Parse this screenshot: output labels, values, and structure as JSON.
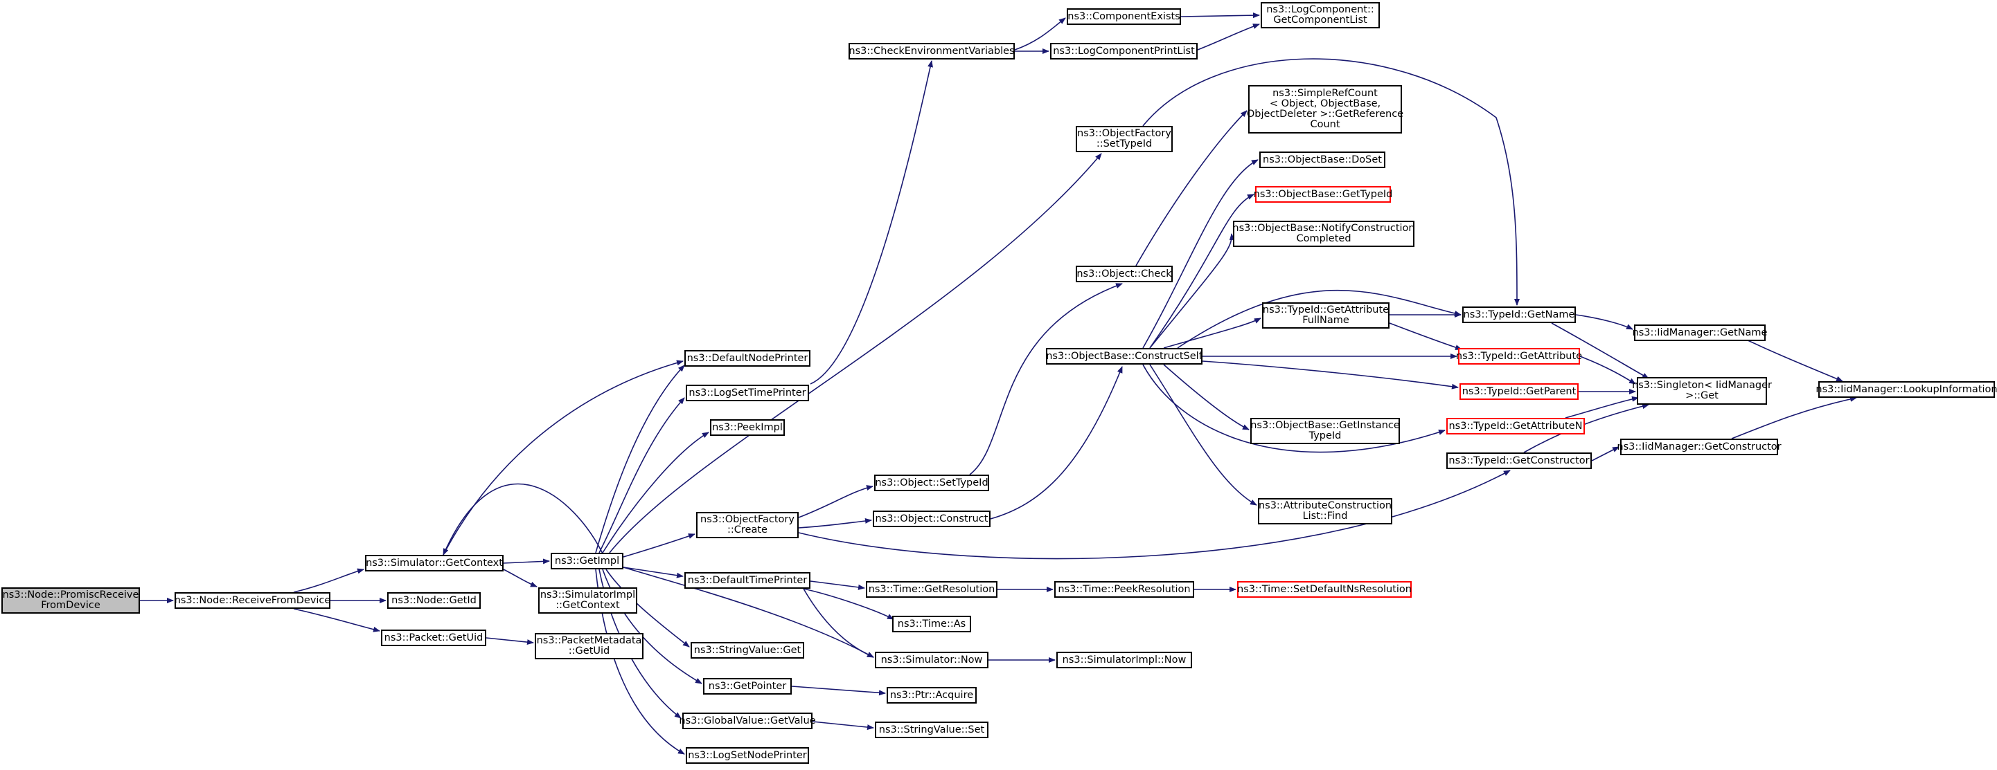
{
  "colors": {
    "edge": "#191970",
    "border": "#000000",
    "undocumented": "#ff0000",
    "root_fill": "#bfbfbf"
  },
  "nodes": {
    "promisc": [
      "ns3::Node::PromiscReceive",
      "FromDevice"
    ],
    "receive_from_device": [
      "ns3::Node::ReceiveFromDevice"
    ],
    "sim_get_context": [
      "ns3::Simulator::GetContext"
    ],
    "node_get_id": [
      "ns3::Node::GetId"
    ],
    "packet_get_uid": [
      "ns3::Packet::GetUid"
    ],
    "get_impl": [
      "ns3::GetImpl"
    ],
    "simimpl_get_context": [
      "ns3::SimulatorImpl",
      "::GetContext"
    ],
    "packet_metadata_get_uid": [
      "ns3::PacketMetadata",
      "::GetUid"
    ],
    "default_node_printer": [
      "ns3::DefaultNodePrinter"
    ],
    "log_set_time_printer": [
      "ns3::LogSetTimePrinter"
    ],
    "peek_impl": [
      "ns3::PeekImpl"
    ],
    "object_factory_create": [
      "ns3::ObjectFactory",
      "::Create"
    ],
    "default_time_printer": [
      "ns3::DefaultTimePrinter"
    ],
    "string_value_get": [
      "ns3::StringValue::Get"
    ],
    "get_pointer": [
      "ns3::GetPointer"
    ],
    "global_value_get_value": [
      "ns3::GlobalValue::GetValue"
    ],
    "log_set_node_printer": [
      "ns3::LogSetNodePrinter"
    ],
    "check_env_vars": [
      "ns3::CheckEnvironmentVariables"
    ],
    "component_exists": [
      "ns3::ComponentExists"
    ],
    "log_component_print_list": [
      "ns3::LogComponentPrintList"
    ],
    "get_component_list": [
      "ns3::LogComponent::",
      "GetComponentList"
    ],
    "object_factory_set_type_id": [
      "ns3::ObjectFactory",
      "::SetTypeId"
    ],
    "object_set_type_id": [
      "ns3::Object::SetTypeId"
    ],
    "object_construct": [
      "ns3::Object::Construct"
    ],
    "object_check": [
      "ns3::Object::Check"
    ],
    "construct_self": [
      "ns3::ObjectBase::ConstructSelf"
    ],
    "time_get_resolution": [
      "ns3::Time::GetResolution"
    ],
    "time_as": [
      "ns3::Time::As"
    ],
    "simulator_now": [
      "ns3::Simulator::Now"
    ],
    "ptr_acquire": [
      "ns3::Ptr::Acquire"
    ],
    "string_value_set": [
      "ns3::StringValue::Set"
    ],
    "time_peek_resolution": [
      "ns3::Time::PeekResolution"
    ],
    "simimpl_now": [
      "ns3::SimulatorImpl::Now"
    ],
    "set_default_ns_resolution": [
      "ns3::Time::SetDefaultNsResolution"
    ],
    "simple_ref_count": [
      "ns3::SimpleRefCount",
      "< Object, ObjectBase,",
      "ObjectDeleter >::GetReference",
      "Count"
    ],
    "object_base_do_set": [
      "ns3::ObjectBase::DoSet"
    ],
    "object_base_get_type_id": [
      "ns3::ObjectBase::GetTypeId"
    ],
    "notify_construction_completed": [
      "ns3::ObjectBase::NotifyConstruction",
      "Completed"
    ],
    "get_attribute_full_name": [
      "ns3::TypeId::GetAttribute",
      "FullName"
    ],
    "object_base_get_instance_type_id": [
      "ns3::ObjectBase::GetInstance",
      "TypeId"
    ],
    "attribute_construction_list_find": [
      "ns3::AttributeConstruction",
      "List::Find"
    ],
    "type_id_get_name": [
      "ns3::TypeId::GetName"
    ],
    "type_id_get_attribute": [
      "ns3::TypeId::GetAttribute"
    ],
    "type_id_get_parent": [
      "ns3::TypeId::GetParent"
    ],
    "type_id_get_attribute_n": [
      "ns3::TypeId::GetAttributeN"
    ],
    "type_id_get_constructor": [
      "ns3::TypeId::GetConstructor"
    ],
    "iid_manager_get_name": [
      "ns3::IidManager::GetName"
    ],
    "singleton_get": [
      "ns3::Singleton< IidManager",
      ">::Get"
    ],
    "iid_manager_get_constructor": [
      "ns3::IidManager::GetConstructor"
    ],
    "iid_manager_lookup_information": [
      "ns3::IidManager::LookupInformation"
    ]
  }
}
